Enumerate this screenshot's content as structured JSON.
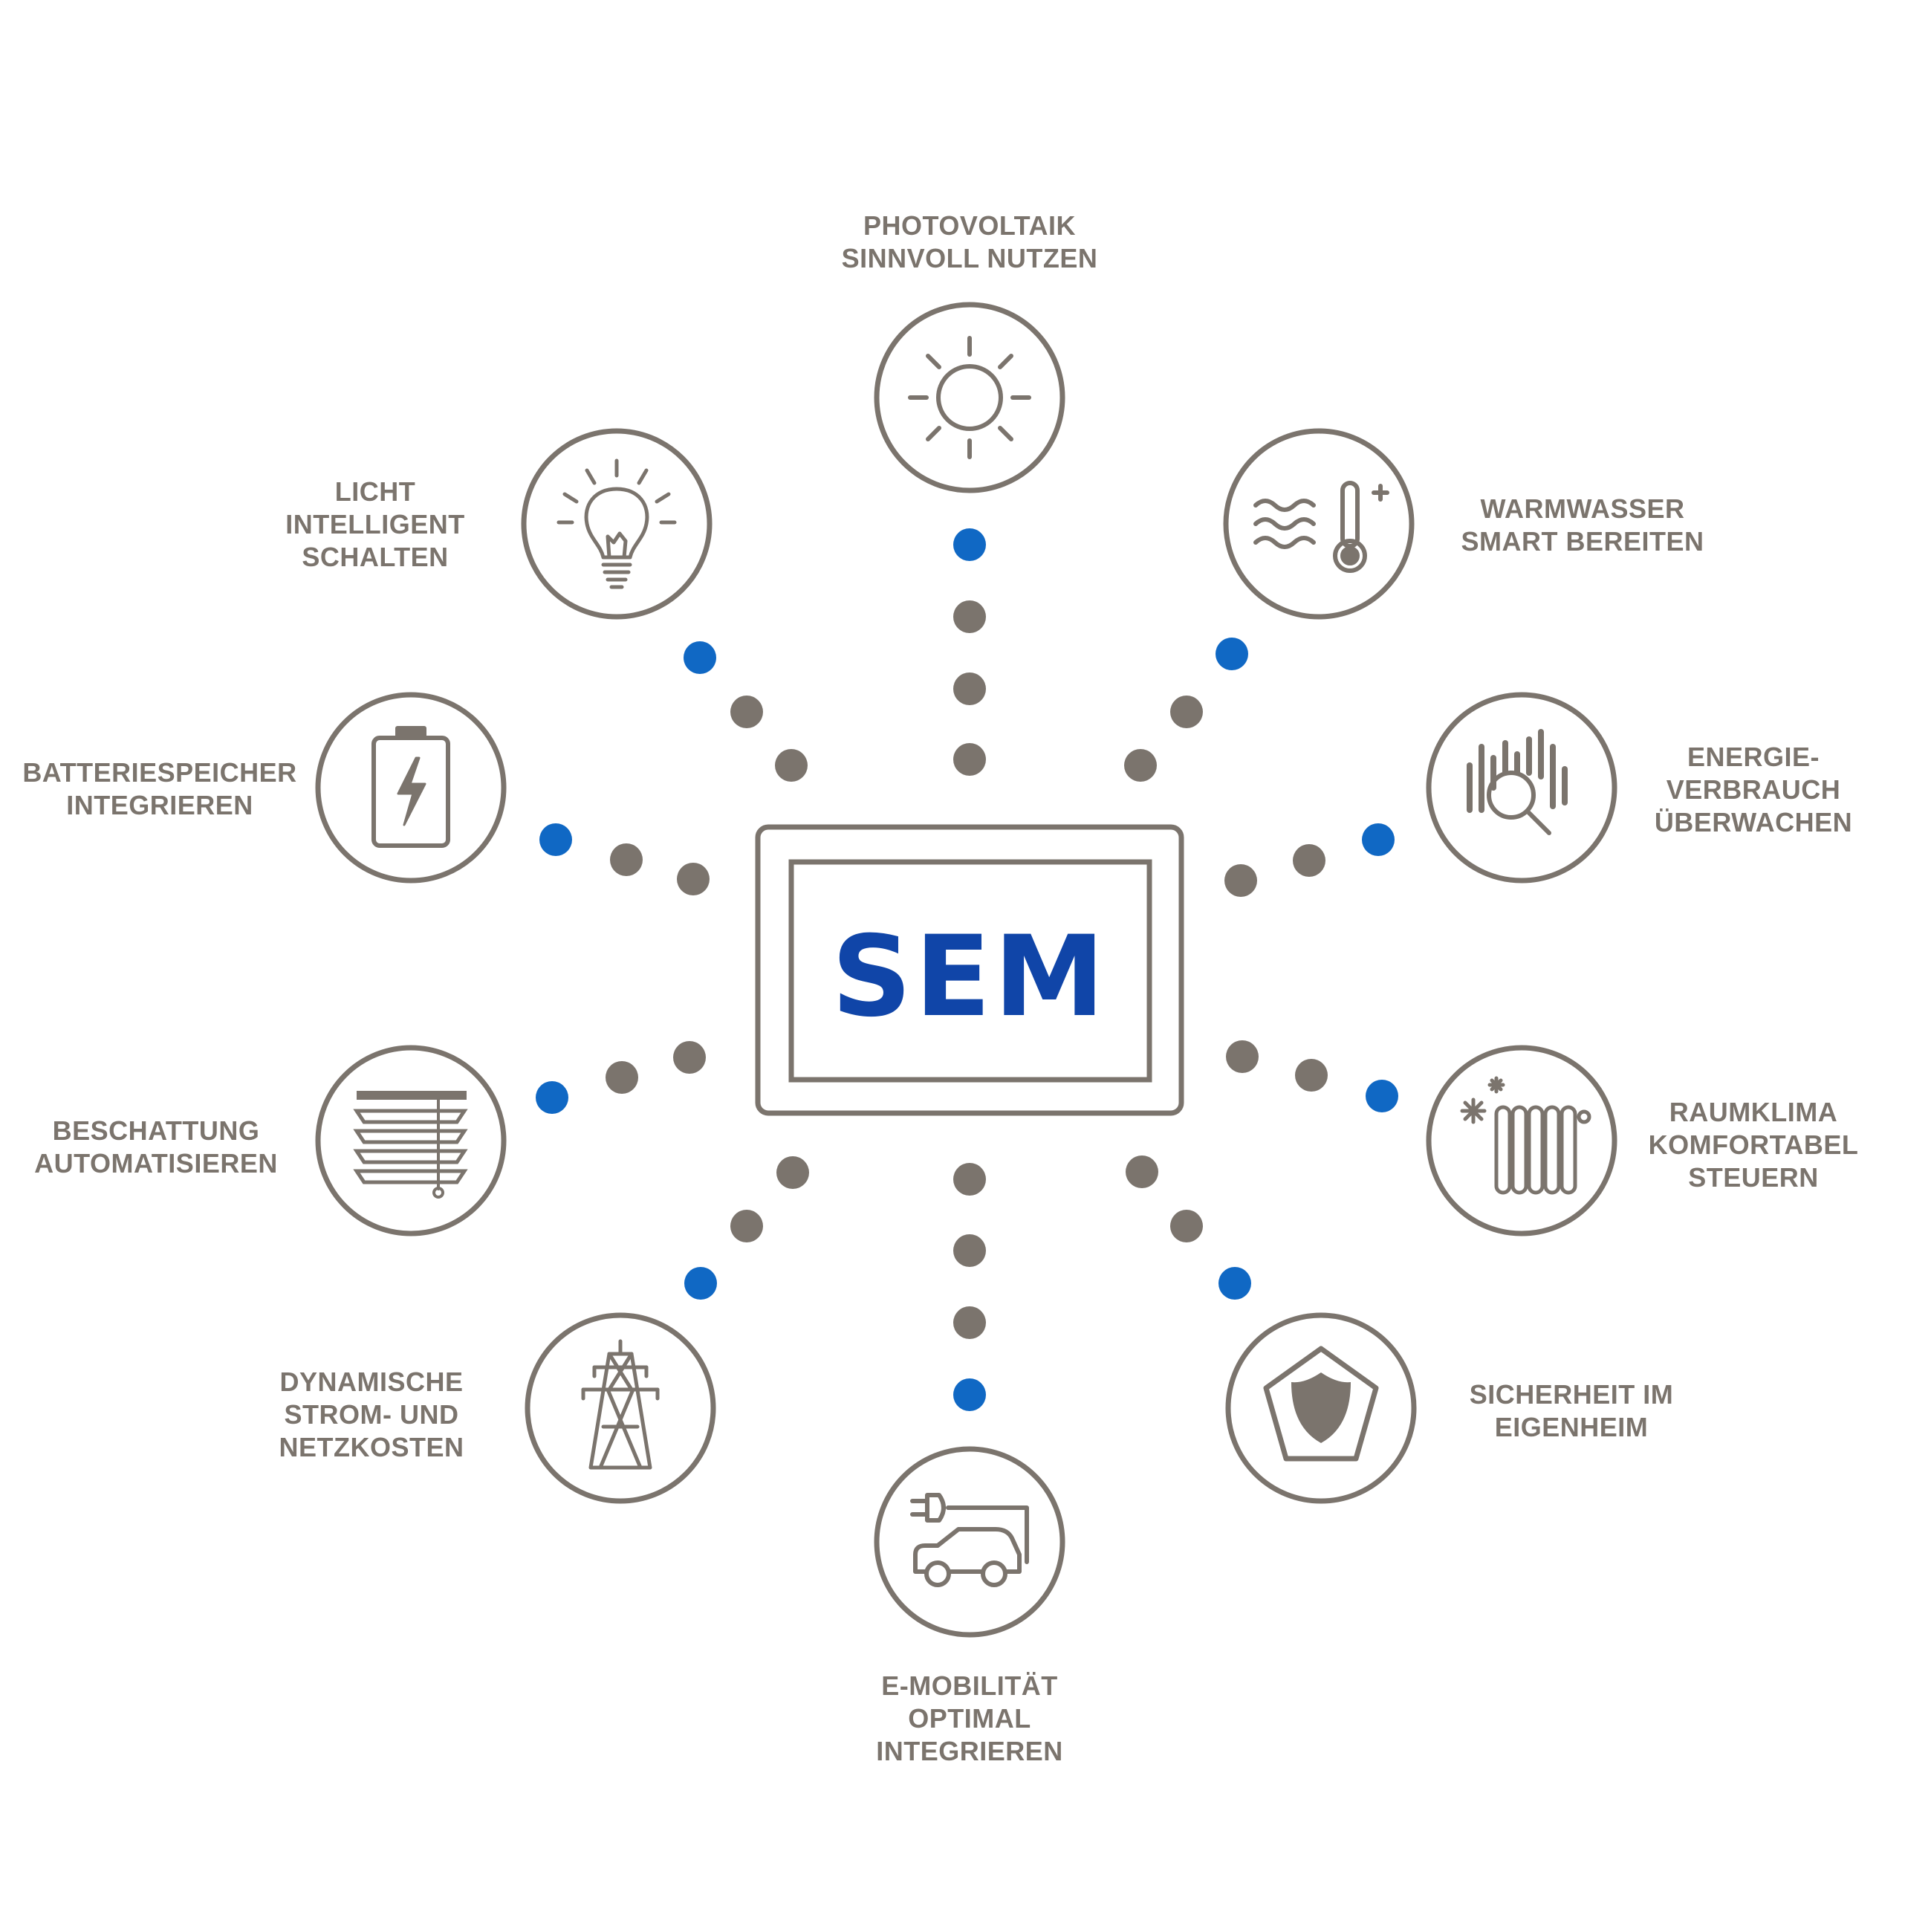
{
  "colors": {
    "accent_blue": "#1068c4",
    "text_blue": "#1045a8",
    "gray": "#7b746d"
  },
  "center": {
    "label": "SEM"
  },
  "nodes": [
    {
      "id": "photovoltaik",
      "icon": "sun-icon",
      "lines": [
        "PHOTOVOLTAIK",
        "SINNVOLL NUTZEN"
      ]
    },
    {
      "id": "warmwasser",
      "icon": "water-thermometer-icon",
      "lines": [
        "WARMWASSER",
        "SMART BEREITEN"
      ]
    },
    {
      "id": "energieverbrauch",
      "icon": "energy-monitor-icon",
      "lines": [
        "ENERGIE-",
        "VERBRAUCH",
        "ÜBERWACHEN"
      ]
    },
    {
      "id": "raumklima",
      "icon": "radiator-icon",
      "lines": [
        "RAUMKLIMA",
        "KOMFORTABEL",
        "STEUERN"
      ]
    },
    {
      "id": "sicherheit",
      "icon": "shield-icon",
      "lines": [
        "SICHERHEIT IM",
        "EIGENHEIM"
      ]
    },
    {
      "id": "emobilitaet",
      "icon": "electric-car-icon",
      "lines": [
        "E-MOBILITÄT",
        "OPTIMAL",
        "INTEGRIEREN"
      ]
    },
    {
      "id": "dynamische",
      "icon": "power-pylon-icon",
      "lines": [
        "DYNAMISCHE",
        "STROM- UND",
        "NETZKOSTEN"
      ]
    },
    {
      "id": "beschattung",
      "icon": "blinds-icon",
      "lines": [
        "BESCHATTUNG",
        "AUTOMATISIEREN"
      ]
    },
    {
      "id": "batteriespeicher",
      "icon": "battery-icon",
      "lines": [
        "BATTERIESPEICHER",
        "INTEGRIEREN"
      ]
    },
    {
      "id": "licht",
      "icon": "light-bulb-icon",
      "lines": [
        "LICHT",
        "INTELLIGENT",
        "SCHALTEN"
      ]
    }
  ]
}
